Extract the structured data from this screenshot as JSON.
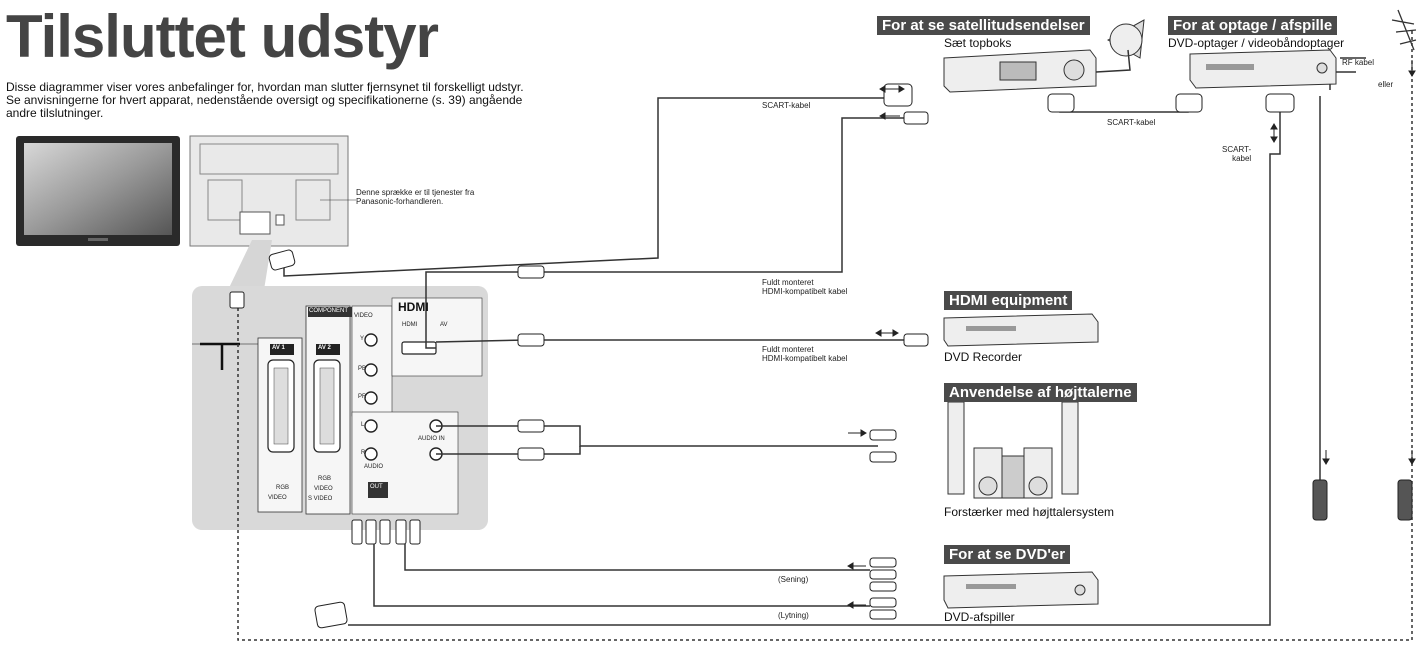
{
  "title": "Tilsluttet udstyr",
  "intro": [
    "Disse diagrammer viser vores anbefalinger for, hvordan man slutter fjernsynet til forskelligt udstyr.",
    "Se anvisningerne for hvert apparat, nedenstående oversigt og specifikationerne (s. 39) angående",
    "andre tilslutninger."
  ],
  "slot_note": [
    "Denne sprække er til tjenester fra",
    "Panasonic-forhandleren."
  ],
  "panel": {
    "av1": "AV 1",
    "av2": "AV 2",
    "component": "COMPONENT",
    "video": "VIDEO",
    "hdmi": "HDMI",
    "hdmi_small": "HDMI",
    "av": "AV",
    "audio_in": "AUDIO IN",
    "audio_out": "AUDIO",
    "audio_out2": "OUT",
    "rgb1": "RGB",
    "video1": "VIDEO",
    "rgb2": "RGB",
    "video2": "VIDEO",
    "svideo2": "S VIDEO",
    "y": "Y",
    "pb": "PB",
    "pr": "PR",
    "l": "L",
    "r": "R"
  },
  "sections": {
    "satellite": {
      "header": "For at se satellitudsendelser",
      "device": "Sæt topboks"
    },
    "record": {
      "header": "For at optage / afspille",
      "device": "DVD-optager / videobåndoptager"
    },
    "hdmi": {
      "header": "HDMI equipment",
      "device": "DVD Recorder"
    },
    "speakers": {
      "header": "Anvendelse af højttalerne",
      "device": "Forstærker med højttalersystem"
    },
    "dvd": {
      "header": "For at se DVD'er",
      "device": "DVD-afspiller"
    }
  },
  "cables": {
    "scart1": "SCART-kabel",
    "scart2": "SCART-kabel",
    "scart3a": "SCART-",
    "scart3b": "kabel",
    "rf": "RF kabel",
    "eller": "eller",
    "hdmi1a": "Fuldt monteret",
    "hdmi1b": "HDMI-kompatibelt kabel",
    "hdmi2a": "Fuldt monteret",
    "hdmi2b": "HDMI-kompatibelt kabel",
    "sening": "(Sening)",
    "lytning": "(Lytning)"
  }
}
